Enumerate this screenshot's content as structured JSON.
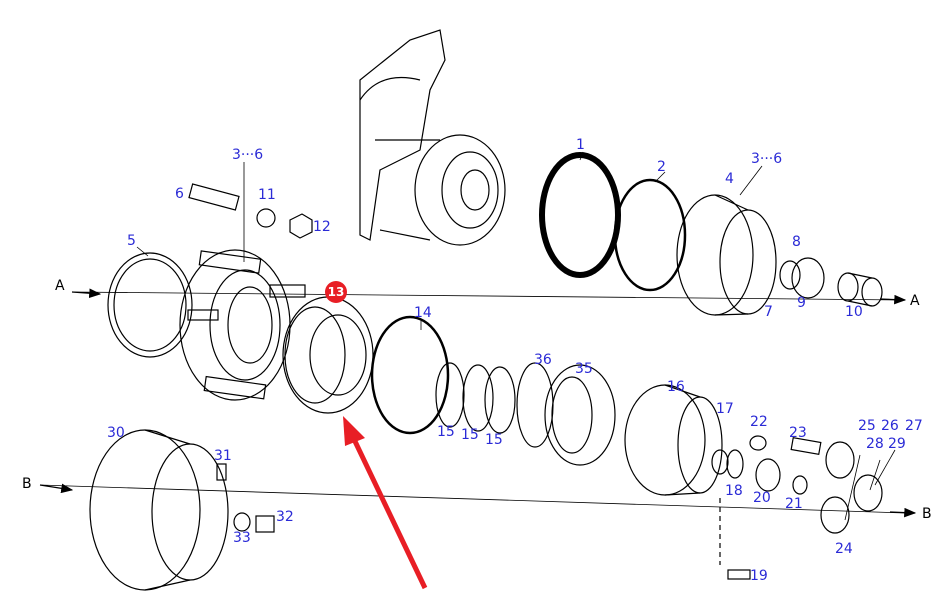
{
  "diagram": {
    "part_labels": {
      "p1": "1",
      "p2": "2",
      "p3_6a": "3···6",
      "p3_6b": "3···6",
      "p4": "4",
      "p5": "5",
      "p6": "6",
      "p7": "7",
      "p8": "8",
      "p9": "9",
      "p10": "10",
      "p11": "11",
      "p12": "12",
      "p14": "14",
      "p15a": "15",
      "p15b": "15",
      "p15c": "15",
      "p16": "16",
      "p17": "17",
      "p18": "18",
      "p19": "19",
      "p20": "20",
      "p21": "21",
      "p22": "22",
      "p23": "23",
      "p24": "24",
      "p25": "25",
      "p26": "26",
      "p27": "27",
      "p28": "28",
      "p29": "29",
      "p30": "30",
      "p31": "31",
      "p32": "32",
      "p33": "33",
      "p35": "35",
      "p36": "36"
    },
    "highlighted_part": "13",
    "axis_labels": {
      "a_left": "A",
      "a_right": "A",
      "b_left": "B",
      "b_right": "B"
    },
    "colors": {
      "label": "#2b2bd6",
      "highlight": "#e81e25",
      "line": "#000000"
    }
  }
}
